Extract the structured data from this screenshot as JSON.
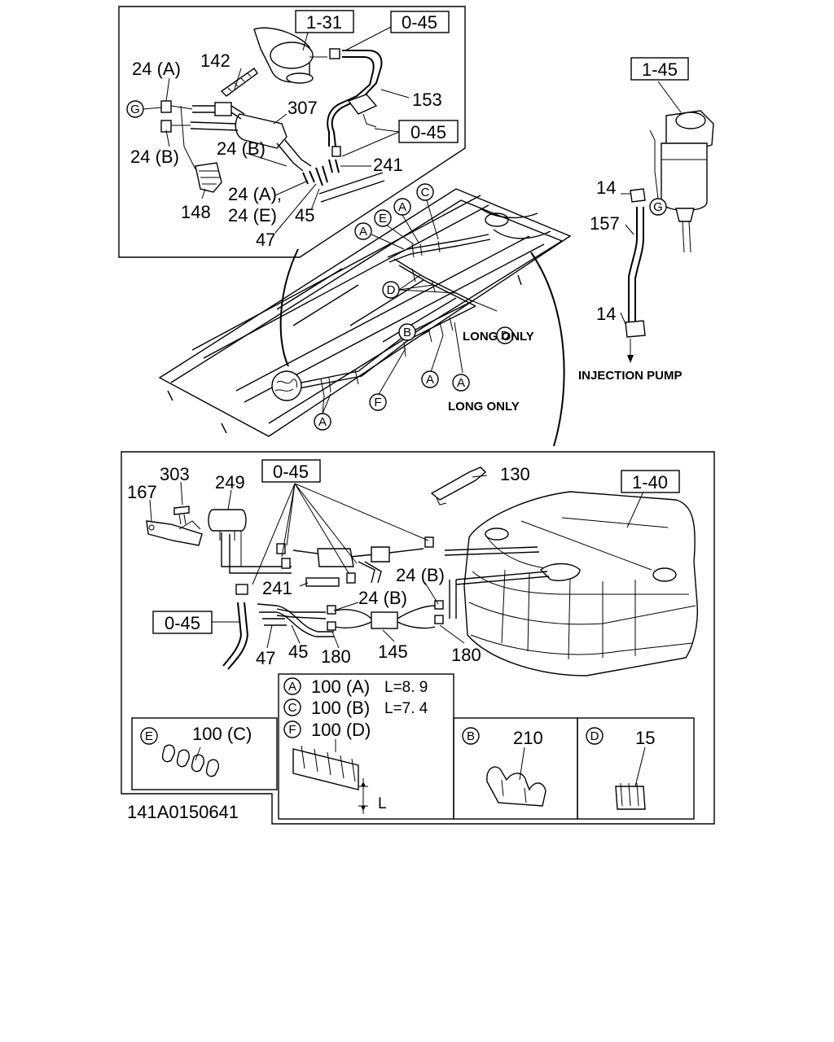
{
  "refs": {
    "r131": "1-31",
    "r045a": "0-45",
    "r045b": "0-45",
    "r145": "1-45",
    "r045c": "0-45",
    "r045d": "0-45",
    "r140": "1-40"
  },
  "top_callouts": {
    "n24a": "24 (A)",
    "n142": "142",
    "n307": "307",
    "n153": "153",
    "n24b": "24 (B)",
    "n24b2": "24 (B)",
    "n241": "241",
    "n24a2": "24 (A),",
    "n24e": "24 (E)",
    "n148": "148",
    "n45": "45",
    "n47": "47",
    "gmark": "G"
  },
  "right_callouts": {
    "n14a": "14",
    "n157": "157",
    "n14b": "14",
    "gmark": "G",
    "injection": "INJECTION PUMP"
  },
  "frame_callouts": {
    "a1": "A",
    "e1": "E",
    "a2": "A",
    "c1": "C",
    "d1": "D",
    "d2": "D",
    "b1": "B",
    "a3": "A",
    "a4": "A",
    "f1": "F",
    "a5": "A",
    "long1": "LONG ONLY",
    "long2": "LONG ONLY"
  },
  "bottom_callouts": {
    "n303": "303",
    "n249": "249",
    "n167": "167",
    "n130": "130",
    "n241": "241",
    "n24b": "24 (B)",
    "n24b2": "24 (B)",
    "n47": "47",
    "n45": "45",
    "n180a": "180",
    "n145": "145",
    "n180b": "180"
  },
  "legend": {
    "rowA_mark": "A",
    "rowA_text": "100 (A)",
    "rowA_len": "L=8. 9",
    "rowC_mark": "C",
    "rowC_text": "100 (B)",
    "rowC_len": "L=7. 4",
    "rowF_mark": "F",
    "rowF_text": "100 (D)",
    "e_mark": "E",
    "e_text": "100 (C)",
    "b_mark": "B",
    "b_text": "210",
    "d_mark": "D",
    "d_text": "15",
    "l_label": "L"
  },
  "diagram_id": "141A0150641"
}
